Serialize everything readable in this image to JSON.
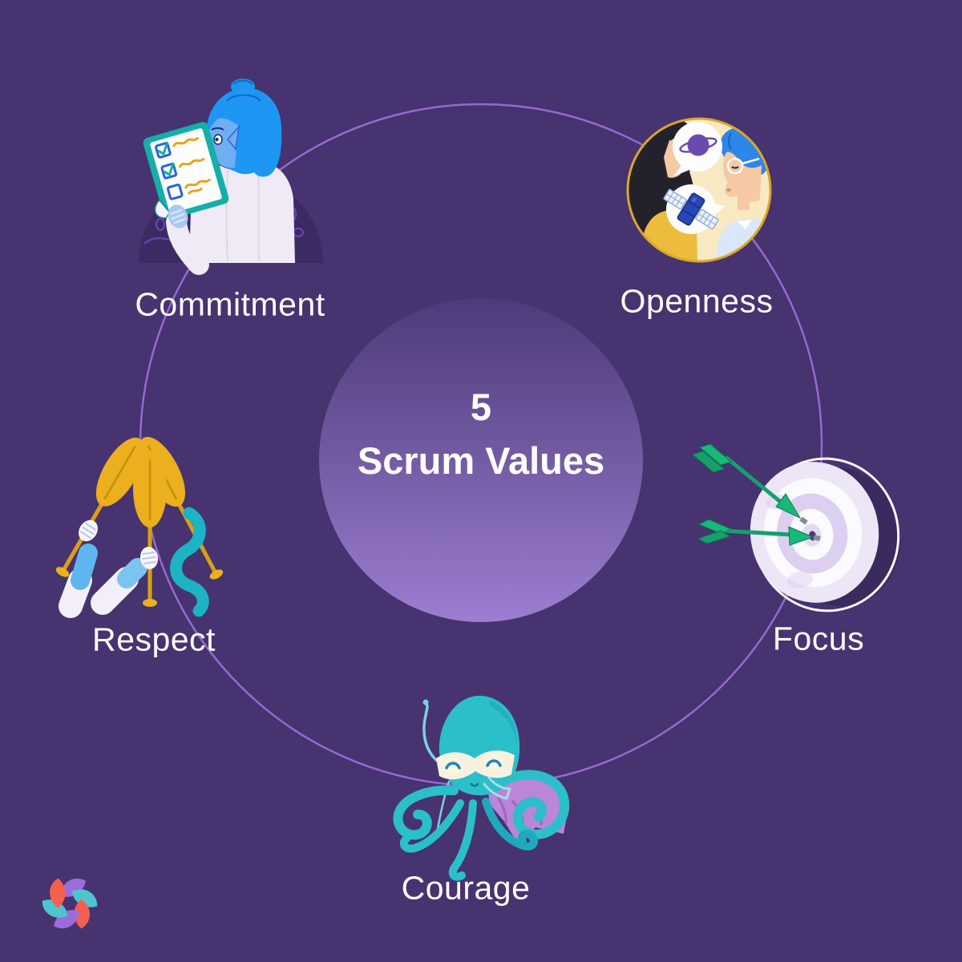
{
  "center": {
    "number": "5",
    "title": "Scrum Values"
  },
  "values": [
    {
      "label": "Commitment",
      "illustration": "person-reading-checklist"
    },
    {
      "label": "Openness",
      "illustration": "two-people-talking-ideas"
    },
    {
      "label": "Respect",
      "illustration": "raised-paddles-cheer"
    },
    {
      "label": "Focus",
      "illustration": "target-with-arrows"
    },
    {
      "label": "Courage",
      "illustration": "superhero-octopus"
    }
  ],
  "colors": {
    "background": "#46336F",
    "orbit_ring": "#9C6DD4",
    "center_circle_top": "#4E3A79",
    "center_circle_bottom": "#9C7ED2",
    "text": "#FFFFFF",
    "arrow_green": "#18B878",
    "paddle_yellow": "#ECAF1D",
    "octopus_teal": "#2BBFC9",
    "cape_purple": "#BA86D8",
    "badge_cream": "#F8E9C3",
    "badge_border": "#D9A72A",
    "clipboard_teal": "#17AEA9",
    "hair_blue": "#1E96F3",
    "dome_purple": "#3C2B62"
  },
  "logo": {
    "name": "six-petal-pinwheel",
    "petal_colors": [
      "#9D6BDB",
      "#4FC4CE",
      "#F4604E",
      "#9D6BDB",
      "#4FC4CE",
      "#F4604E"
    ]
  }
}
